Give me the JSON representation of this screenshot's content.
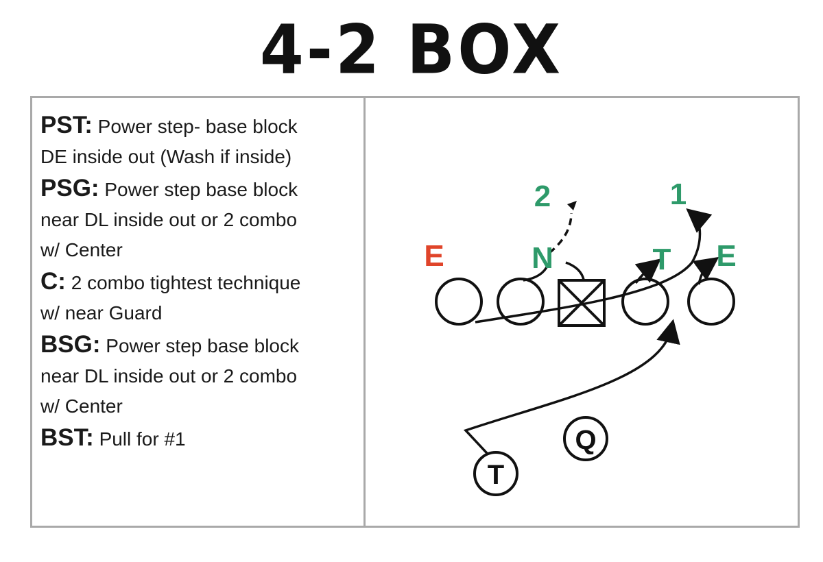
{
  "title": "4-2 BOX",
  "rules": [
    {
      "label": "PST:",
      "text": "Power step- base block\nDE inside out (Wash if inside)"
    },
    {
      "label": "PSG:",
      "text": "Power step base block\nnear DL inside out or 2 combo\nw/ Center"
    },
    {
      "label": "C:",
      "text": "2 combo tightest technique\nw/ near Guard"
    },
    {
      "label": "BSG:",
      "text": "Power step base block\nnear DL inside out or 2 combo\nw/ Center"
    },
    {
      "label": "BST:",
      "text": "Pull for #1"
    }
  ],
  "diagram": {
    "defenders": [
      {
        "label": "E",
        "color": "#e0442a"
      },
      {
        "label": "N",
        "color": "#2e9a6a"
      },
      {
        "label": "T",
        "color": "#2e9a6a"
      },
      {
        "label": "E",
        "color": "#2e9a6a"
      },
      {
        "label": "2",
        "color": "#2e9a6a"
      },
      {
        "label": "1",
        "color": "#2e9a6a"
      }
    ],
    "backs": [
      {
        "label": "Q"
      },
      {
        "label": "T"
      }
    ]
  }
}
